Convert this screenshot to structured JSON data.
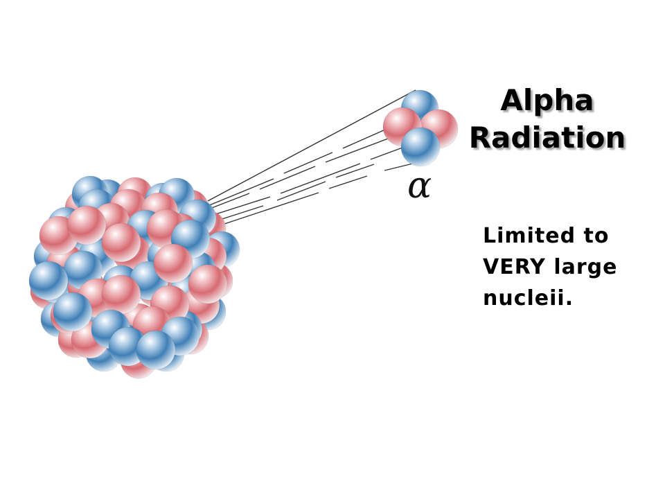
{
  "title": {
    "line1": "Alpha",
    "line2": "Radiation"
  },
  "note": {
    "line1": "Limited to",
    "line2": "VERY large",
    "line3": "nucleii."
  },
  "alpha_symbol": "α",
  "colors": {
    "proton": "#d9767e",
    "neutron": "#4e86b8",
    "trail": "#333333"
  },
  "icons": {
    "nucleus": "atomic-nucleus",
    "alpha_particle": "helium-nucleus"
  }
}
